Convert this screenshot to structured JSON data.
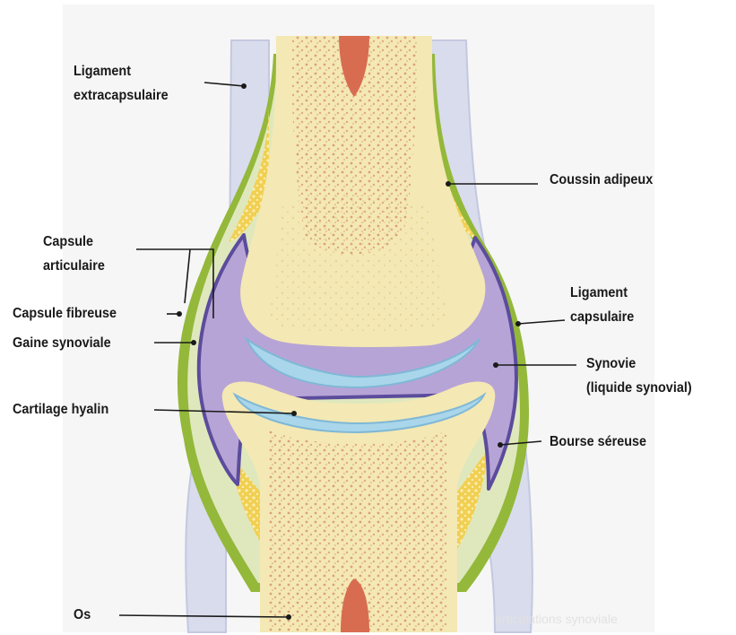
{
  "labels": {
    "ligament_extracapsulaire": "Ligament\nextracapsulaire",
    "coussin_adipeux": "Coussin adipeux",
    "capsule_articulaire": "Capsule\narticulaire",
    "ligament_capsulaire": "Ligament\ncapsulaire",
    "capsule_fibreuse": "Capsule fibreuse",
    "gaine_synoviale": "Gaine synoviale",
    "synovie": "Synovie\n(liquide synovial)",
    "cartilage_hyalin": "Cartilage hyalin",
    "bourse_sereuse": "Bourse séreuse",
    "os": "Os"
  },
  "watermark": "articulations synoviale",
  "colors": {
    "bone": "#f4e8b4",
    "marrow": "#dca078",
    "cavity": "#d86c50",
    "ligament": "#d9dcec",
    "capsule_fibrous": "#94b83a",
    "synovial_fluid": "#b7a4d6",
    "synovial_membrane": "#5b4c9c",
    "cartilage": "#a9d6ea",
    "fat": "#eec84e",
    "leader_line": "#1a1a1a"
  }
}
